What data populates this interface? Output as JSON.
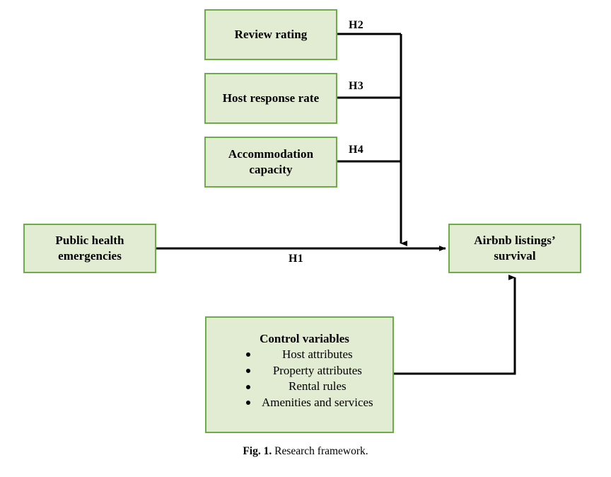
{
  "figure": {
    "caption_prefix": "Fig. 1.",
    "caption_text": "Research framework.",
    "type": "research framework diagram"
  },
  "theme": {
    "box_fill": "#e1ecd3",
    "box_border": "#6eab4b",
    "connector_color": "#000000",
    "text_color": "#000000",
    "page_background": "#ffffff"
  },
  "nodes": {
    "review_rating": {
      "label": "Review rating"
    },
    "host_response": {
      "label": "Host response rate"
    },
    "accommodation": {
      "label": "Accommodation capacity"
    },
    "public_health": {
      "label": "Public health emergencies"
    },
    "airbnb_survival": {
      "label": "Airbnb listings’ survival"
    },
    "control_variables": {
      "title": "Control variables",
      "items": [
        "Host attributes",
        "Property attributes",
        "Rental rules",
        "Amenities and services"
      ]
    }
  },
  "edges": {
    "h1": {
      "label": "H1",
      "from": "public_health",
      "to": "airbnb_survival"
    },
    "h2": {
      "label": "H2",
      "from": "review_rating",
      "to": "h1_path"
    },
    "h3": {
      "label": "H3",
      "from": "host_response",
      "to": "h1_path"
    },
    "h4": {
      "label": "H4",
      "from": "accommodation",
      "to": "h1_path"
    },
    "controls": {
      "label": "",
      "from": "control_variables",
      "to": "airbnb_survival"
    }
  }
}
